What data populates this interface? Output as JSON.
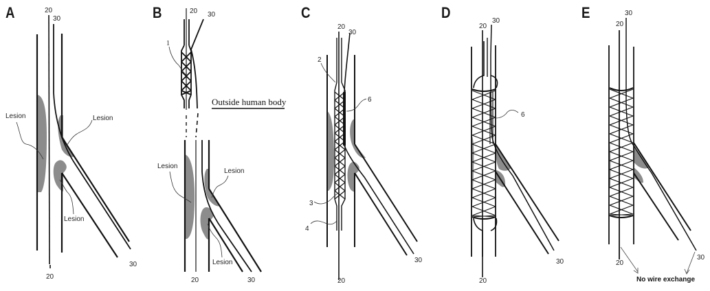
{
  "figure": {
    "panels": [
      {
        "letter": "A",
        "wire_labels": {
          "main_top": "20",
          "side_top": "30",
          "main_bottom": "20",
          "side_bottom": "30"
        },
        "annotations": [
          "Lesion",
          "Lesion",
          "Lesion"
        ]
      },
      {
        "letter": "B",
        "wire_labels": {
          "main_top": "20",
          "side_top": "30",
          "main_bottom": "20",
          "side_bottom": "30"
        },
        "component_label": "1",
        "caption": "Outside human body",
        "annotations": [
          "Lesion",
          "Lesion",
          "Lesion"
        ]
      },
      {
        "letter": "C",
        "wire_labels": {
          "main_top": "20",
          "side_top": "30",
          "main_bottom": "20",
          "side_bottom": "30"
        },
        "component_labels": [
          "2",
          "6",
          "3",
          "4"
        ]
      },
      {
        "letter": "D",
        "wire_labels": {
          "main_top": "20",
          "side_top": "30",
          "main_bottom": "20",
          "side_bottom": "30"
        },
        "component_labels": [
          "6"
        ]
      },
      {
        "letter": "E",
        "wire_labels": {
          "main_top": "20",
          "side_top": "30",
          "main_bottom": "20",
          "side_bottom": "30"
        },
        "caption": "No wire exchange"
      }
    ],
    "colors": {
      "line": "#111111",
      "lesion": "#8c8c8c",
      "border": "#bdbdbd",
      "background": "#ffffff"
    }
  }
}
